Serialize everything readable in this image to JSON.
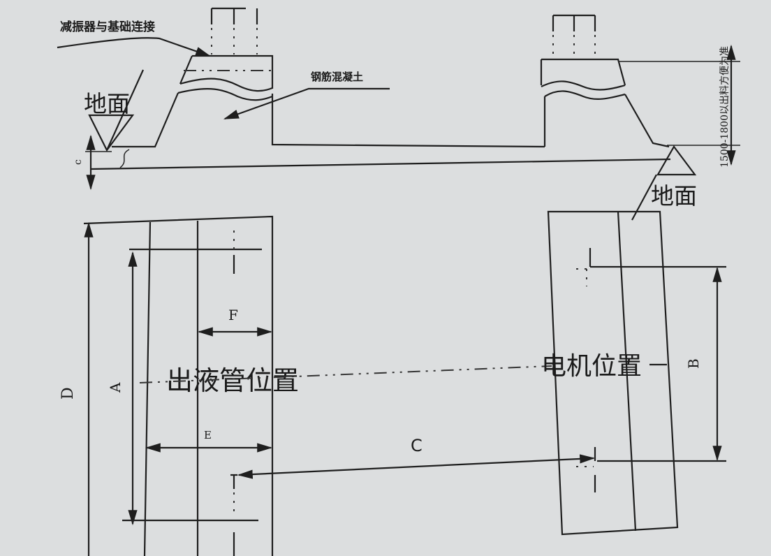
{
  "labels": {
    "damper_connection": "减振器与基础连接",
    "reinforced_concrete": "钢筋混凝土",
    "ground_left": "地面",
    "ground_right": "地面",
    "dim_c_small": "c",
    "height_note": "1500-1800以出料方便为准",
    "outlet_position": "出液管位置",
    "motor_position": "电机位置"
  },
  "dimensions": {
    "D": "D",
    "A": "A",
    "F": "F",
    "E": "E",
    "C": "C",
    "B": "B"
  }
}
